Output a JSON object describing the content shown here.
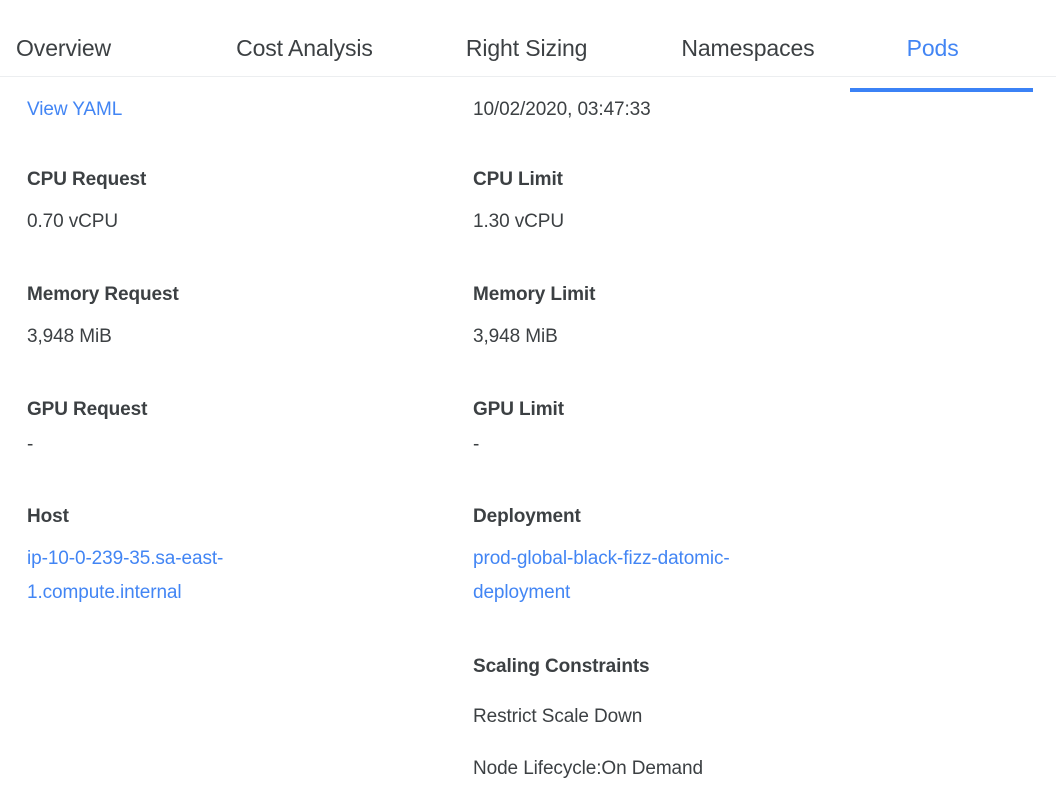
{
  "tabs": [
    {
      "label": "Overview",
      "active": false
    },
    {
      "label": "Cost Analysis",
      "active": false
    },
    {
      "label": "Right Sizing",
      "active": false
    },
    {
      "label": "Namespaces",
      "active": false
    },
    {
      "label": "Pods",
      "active": true
    }
  ],
  "colors": {
    "accent": "#4285f4",
    "underline": "#3b82f6",
    "text": "#3c4043",
    "divider": "#eceef0"
  },
  "details": {
    "view_yaml_label": "View YAML",
    "timestamp": "10/02/2020, 03:47:33",
    "left": [
      {
        "label": "CPU Request",
        "value": "0.70 vCPU",
        "is_link": false
      },
      {
        "label": "Memory Request",
        "value": "3,948 MiB",
        "is_link": false
      },
      {
        "label": "GPU Request",
        "value": "-",
        "is_link": false
      },
      {
        "label": "Host",
        "value": "ip-10-0-239-35.sa-east-1.compute.internal",
        "is_link": true
      }
    ],
    "right": [
      {
        "label": "CPU Limit",
        "value": "1.30 vCPU",
        "is_link": false
      },
      {
        "label": "Memory Limit",
        "value": "3,948 MiB",
        "is_link": false
      },
      {
        "label": "GPU Limit",
        "value": "-",
        "is_link": false
      },
      {
        "label": "Deployment",
        "value": "prod-global-black-fizz-datomic-deployment",
        "is_link": true
      }
    ],
    "scaling_constraints": {
      "label": "Scaling Constraints",
      "items": [
        "Restrict Scale Down",
        "Node Lifecycle:On Demand"
      ]
    }
  }
}
